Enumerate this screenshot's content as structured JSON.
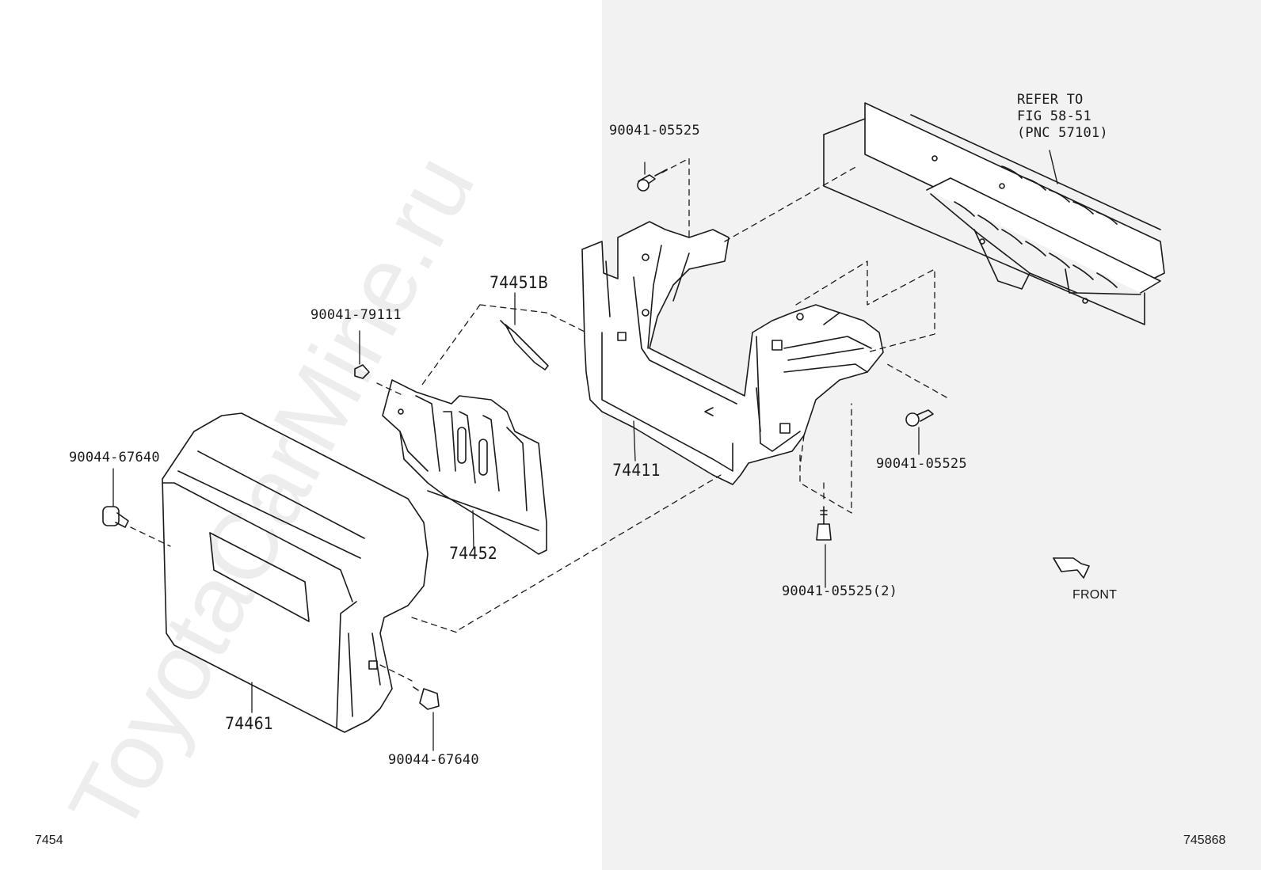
{
  "watermark": "ToyotaCarMine.ru",
  "labels": {
    "bolt_top": "90041-05525",
    "clip_left_upper": "90041-79111",
    "part_74451b": "74451B",
    "clip_left": "90044-67640",
    "part_74452": "74452",
    "part_74411": "74411",
    "bolt_right": "90041-05525",
    "bolt_bottom": "90041-05525(2)",
    "part_74461": "74461",
    "clip_bottom": "90044-67640",
    "refer_line1": "REFER TO",
    "refer_line2": "FIG 58-51",
    "refer_line3": "(PNC 57101)",
    "front": "FRONT"
  },
  "footer": {
    "left_code": "7454",
    "right_code": "745868"
  }
}
